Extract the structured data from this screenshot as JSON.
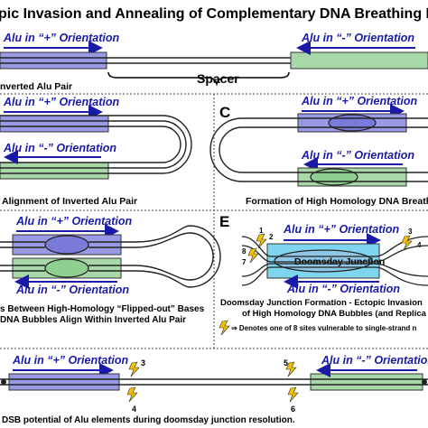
{
  "title": "pic Invasion and Annealing of Complementary DNA Breathing Bubbles",
  "orientation_plus": "Alu in “+” Orientation",
  "orientation_minus": "Alu in “-” Orientation",
  "spacer_label": "Spacer",
  "panel_a_caption": "nverted Alu Pair",
  "panel_b_caption": "Alignment of Inverted Alu Pair",
  "panel_c_letter": "C",
  "panel_c_caption": "Formation of High Homology DNA Breathing",
  "panel_d_caption_1": "s Between High-Homology “Flipped-out” Bases",
  "panel_d_caption_2": "DNA Bubbles Align Within Inverted Alu Pair",
  "panel_e_letter": "E",
  "doomsday_label": "Doomsday Junction",
  "panel_e_caption_1": "Doomsday Junction Formation - Ectopic Invasion",
  "panel_e_caption_2": "of High Homology DNA Bubbles (and Replica",
  "panel_e_note": "⇒ Denotes one of 8 sites vulnerable to single-strand n",
  "panel_f_caption": "DSB potential of Alu elements during doomsday junction resolution.",
  "site_numbers": [
    "1",
    "2",
    "3",
    "4",
    "5",
    "6",
    "7",
    "8"
  ],
  "colors": {
    "blue_box": "#9999e6",
    "green_box": "#a8d8a8",
    "cyan_box": "#7fd4ee",
    "label_blue": "#1a1aa8",
    "bolt": "#f2c200"
  }
}
